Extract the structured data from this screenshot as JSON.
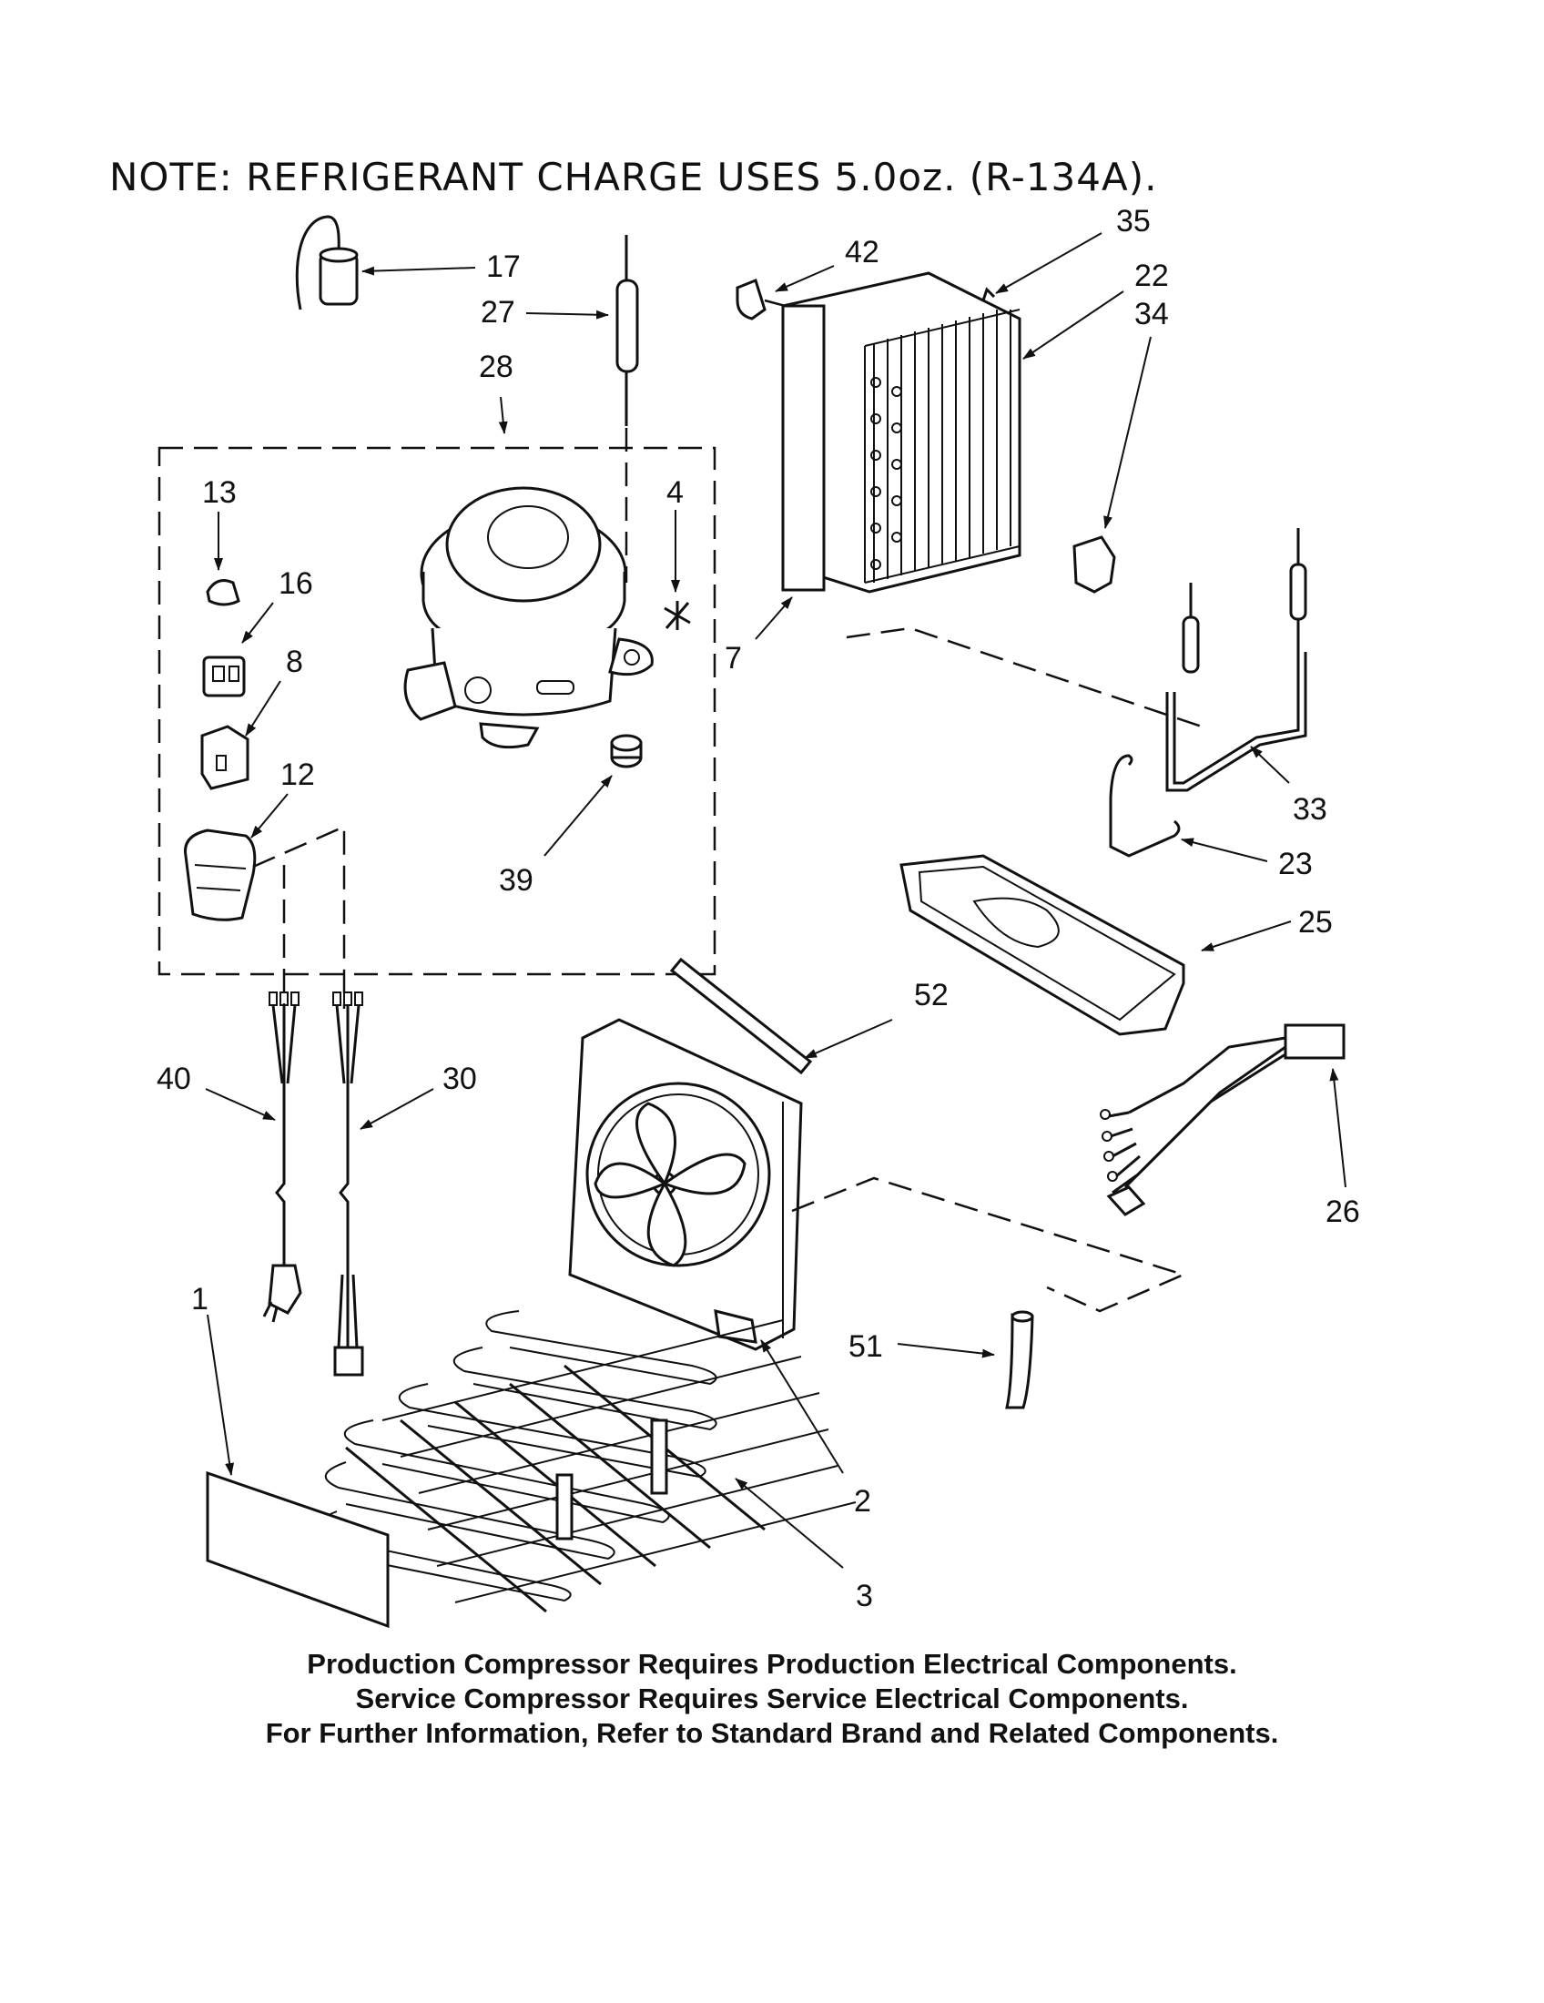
{
  "note": "NOTE: REFRIGERANT CHARGE USES 5.0oz. (R-134A).",
  "footer": {
    "line1": "Production Compressor Requires Production Electrical Components.",
    "line2": "Service Compressor Requires Service Electrical Components.",
    "line3": "For Further Information, Refer to Standard Brand and Related Components."
  },
  "callouts": {
    "c17": "17",
    "c27": "27",
    "c28": "28",
    "c13": "13",
    "c16": "16",
    "c8": "8",
    "c12": "12",
    "c4": "4",
    "c39": "39",
    "c42": "42",
    "c35": "35",
    "c22": "22",
    "c34": "34",
    "c7": "7",
    "c33": "33",
    "c23": "23",
    "c25": "25",
    "c52": "52",
    "c40": "40",
    "c30": "30",
    "c26": "26",
    "c1": "1",
    "c51": "51",
    "c2": "2",
    "c3": "3"
  }
}
